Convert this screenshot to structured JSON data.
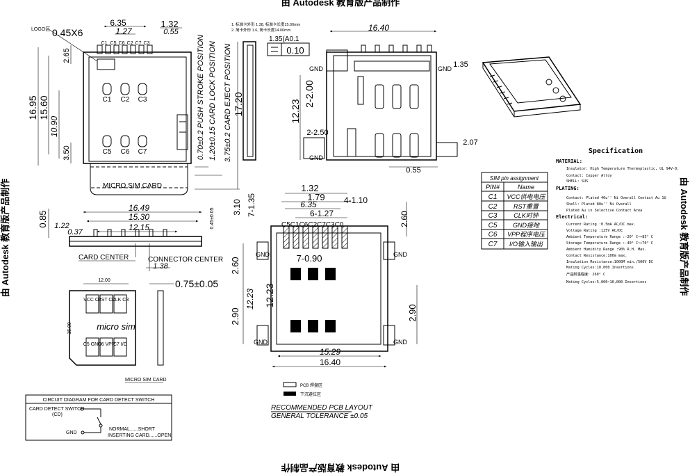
{
  "watermark": {
    "top": "由 Autodesk 教育版产品制作",
    "bottom": "由 Autodesk 教育版产品制作",
    "left": "由 Autodesk 教育版产品制作",
    "right": "由 Autodesk 教育版产品制作"
  },
  "top_view": {
    "logo_label": "LOGO区",
    "pin_pitch": "0.45X6",
    "d_635": "6.35",
    "d_127": "1.27",
    "d_132": "1.32",
    "d_055": "0.55",
    "d_265": "2.65",
    "d_1695": "16.95",
    "d_1560": "15.60",
    "d_1090": "10.90",
    "d_350": "3.50",
    "pins_top": [
      "C1",
      "C5",
      "C6",
      "C2",
      "C7",
      "C3"
    ],
    "pads_row1": [
      "C1",
      "C2",
      "C3"
    ],
    "pads_row2": [
      "C5",
      "C6",
      "C7"
    ],
    "sim_label": "MICRO SIM CARD",
    "push_stroke": "0.70±0.2 PUSH STROKE POSITION",
    "card_lock": "1.20±0.15 CARD LOCK POSITION",
    "card_eject": "3.75±0.2 CARD EJECT POSITION",
    "d_1720": "17.20"
  },
  "notes": {
    "n1": "1. 标准卡外形 1.38, 标准卡长度15.00mm",
    "n2": "2. 简卡外形 1.6, 简卡长度14.00mm"
  },
  "side_view": {
    "d_1640": "16.40",
    "d_135": "1.35",
    "flatness_label": "1.35(A0.1",
    "flatness_value": "0.10",
    "gnd": "GND",
    "d_1223": "12.23",
    "d_200": "2-2.00",
    "d_250": "2-2.50",
    "d_207": "2.07",
    "d_055": "0.55"
  },
  "front_view": {
    "d_1649": "16.49",
    "d_1530": "15.30",
    "d_1215": "12.15",
    "d_085": "0.85",
    "d_122": "1.22",
    "d_037": "0.37",
    "d_045": "0.45±0.05",
    "d_138": "1.38",
    "card_center": "CARD CENTER",
    "connector_center": "CONNECTOR CENTER"
  },
  "sim_card": {
    "d_1200": "12.00",
    "d_1500": "15.00",
    "thickness": "0.75±0.05",
    "top_pads": [
      "VCC C1",
      "RST C2",
      "CLK C3"
    ],
    "bottom_pads": [
      "C5 GND",
      "C6 VPP",
      "C7 I/O"
    ],
    "center_text": "micro sim",
    "caption": "MICRO SIM CARD"
  },
  "pcb_layout": {
    "d_132": "1.32",
    "d_179": "1.79",
    "d_635": "6.35",
    "d_6127": "6-1.27",
    "d_4110": "4-1.10",
    "d_7135": "7-1.35",
    "d_310": "3.10",
    "d_260a": "2.60",
    "d_260b": "2.60",
    "d_7090": "7-0.90",
    "d_1223": "12.23",
    "d_290a": "2.90",
    "d_290b": "2.90",
    "d_1529": "15.29",
    "d_1640": "16.40",
    "pins": "C5C1C6C2C7C3C0",
    "gnd": "GND",
    "legend_pcb": "PCB 焊盘区",
    "legend_keepout": "下沉避位区",
    "title": "RECOMMENDED PCB LAYOUT",
    "tolerance": "GENERAL TOLERANCE ±0.05"
  },
  "pin_table": {
    "title": "SIM pin assignment",
    "headers": [
      "PIN#",
      "Name"
    ],
    "rows": [
      [
        "C1",
        "VCC供电电压"
      ],
      [
        "C2",
        "RST重置"
      ],
      [
        "C3",
        "CLK时钟"
      ],
      [
        "C5",
        "GND接地"
      ],
      [
        "C6",
        "VPP程序电压"
      ],
      [
        "C7",
        "I/O输入输出"
      ]
    ]
  },
  "spec": {
    "title": "Specification",
    "lines": [
      "MATERIAL:",
      "Insulator: High Temperature Thermoplastic, UL 94V-0.",
      "Contact: Copper Alloy",
      "SHELL: SUS",
      "PLATING:",
      "Contact: Plated 40u'' Ni Overall Contact Au 1U",
      "Shell: Plated 80u'' Ni Overall",
      "Plated Au in Selective Contact Area",
      "Electrical:",
      "Current Rating :0.5mA AC/DC max.",
      "Voltage Rating :125V AC/DC",
      "Ambient Temperature Range :-20° C~+85° C",
      "Storage Temperature Range :-40° C~+70° C",
      "Ambient Humidity Range :90% R.H. Max.",
      "Contact Resistance:100m max.",
      "Insulation Resistance:1000M min./500V DC",
      "Mating Cycles:10,000 Insertions",
      "产品耐温程度: 260° C",
      "Mating Cycles:5,000~10,000 Insertions"
    ]
  },
  "circuit": {
    "title": "CIRCUIT DIAGRAM FOR CARD DETECT SWITCH",
    "switch_label": "CARD DETECT SWITCH",
    "cd": "(CD)",
    "gnd": "GND",
    "normal": "NORMAL......SHORT",
    "inserting": "INSERTING CARD......OPEN"
  }
}
